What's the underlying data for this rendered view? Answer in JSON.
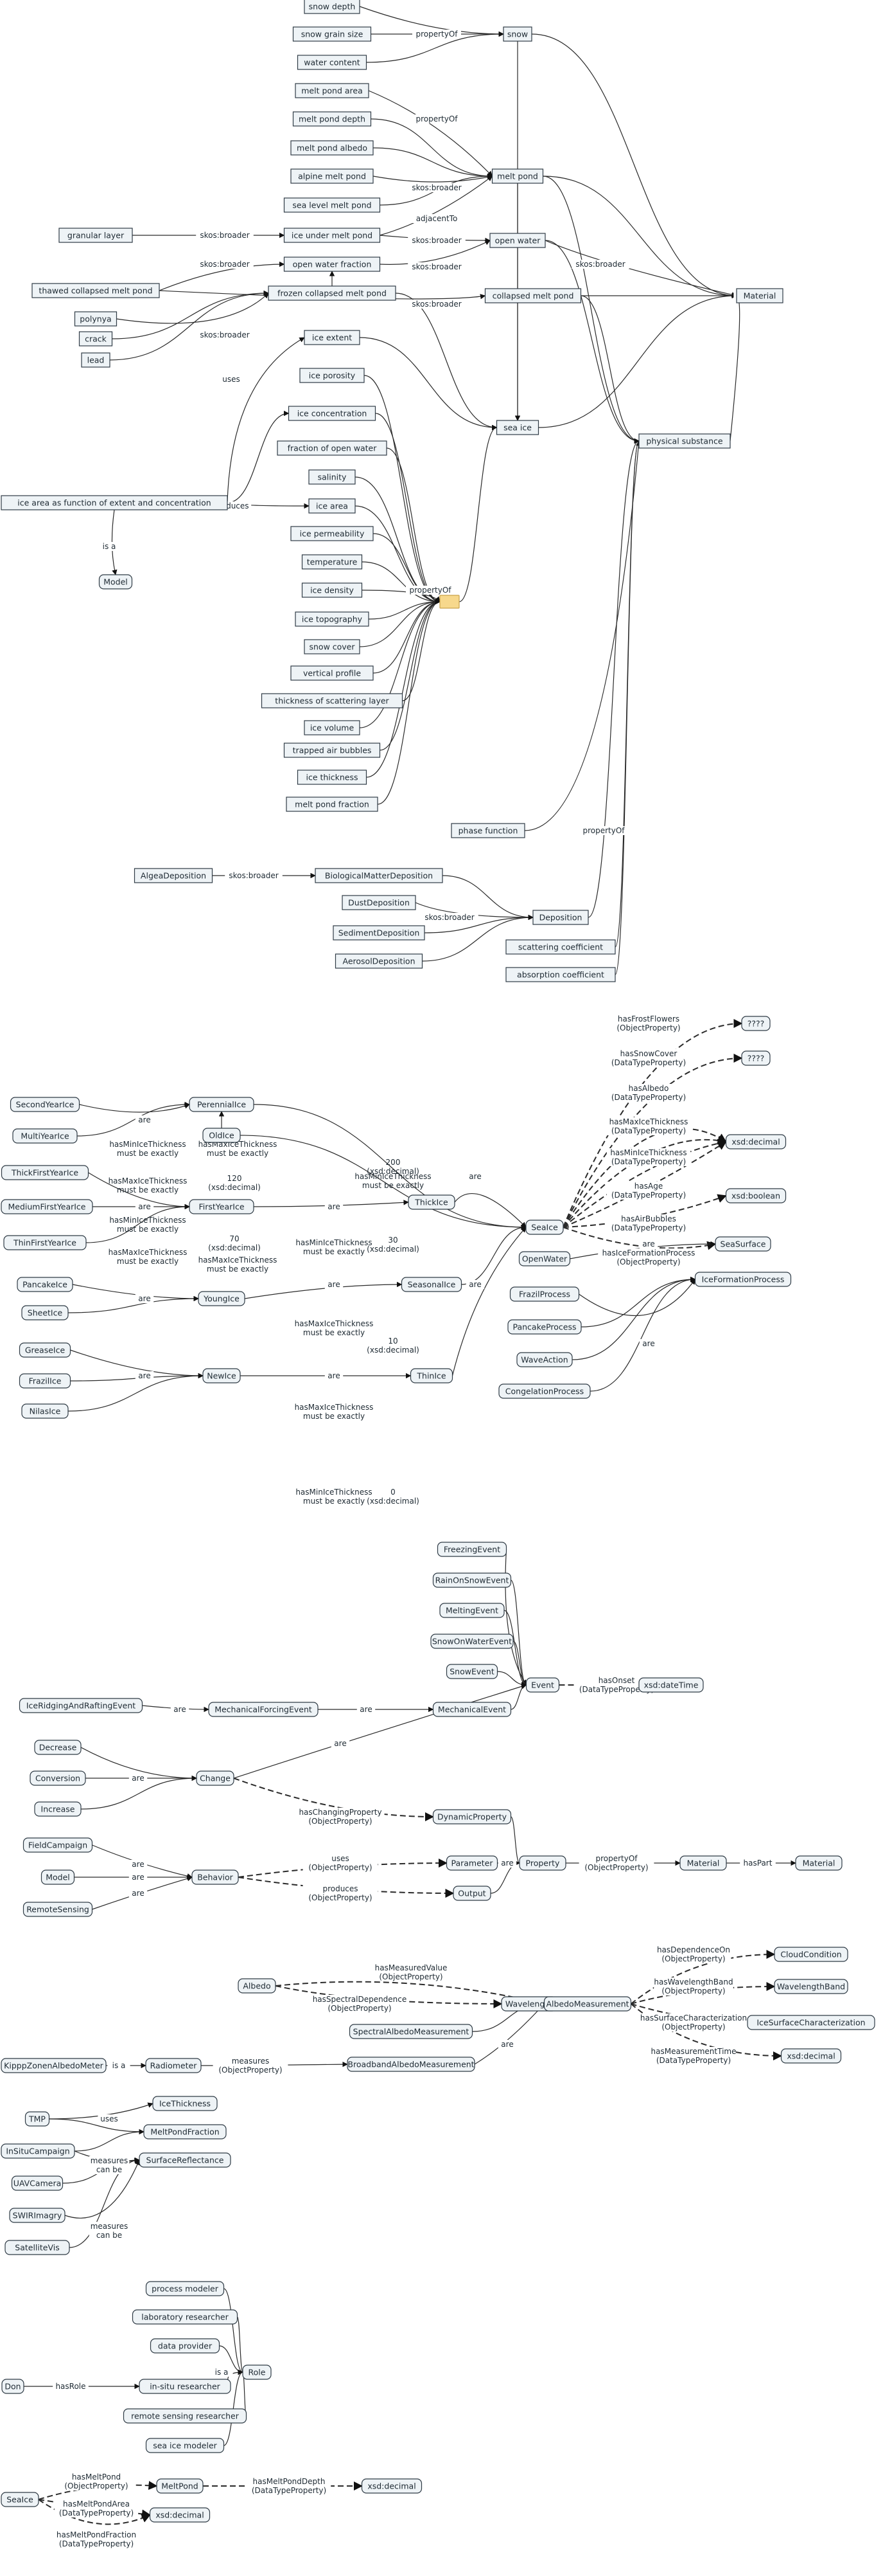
{
  "colors": {
    "node_fill": "#eef3f6",
    "node_stroke": "#2f3b45",
    "edge": "#2a2a2a",
    "highlight": "#f7d88c"
  },
  "nodes": {
    "snow_depth": "snow depth",
    "snow_grain_size": "snow grain size",
    "water_content": "water content",
    "snow": "snow",
    "melt_pond_area": "melt pond area",
    "melt_pond_depth": "melt pond depth",
    "melt_pond_albedo": "melt pond albedo",
    "alpine_melt_pond": "alpine melt pond",
    "sea_level_melt_pond": "sea level melt pond",
    "melt_pond": "melt pond",
    "granular_layer": "granular layer",
    "ice_under_melt_pond": "ice under melt pond",
    "open_water_fraction": "open water fraction",
    "open_water": "open water",
    "thawed_collapsed_melt_pond": "thawed collapsed melt pond",
    "frozen_collapsed_melt_pond": "frozen collapsed melt pond",
    "collapsed_melt_pond": "collapsed melt pond",
    "material": "Material",
    "polynya": "polynya",
    "crack": "crack",
    "lead": "lead",
    "ice_extent": "ice extent",
    "ice_porosity": "ice porosity",
    "ice_concentration": "ice concentration",
    "fraction_of_open_water": "fraction of open water",
    "salinity": "salinity",
    "ice_area": "ice area",
    "ice_permeability": "ice permeability",
    "temperature": "temperature",
    "ice_density": "ice density",
    "ice_topography": "ice topography",
    "snow_cover": "snow cover",
    "vertical_profile": "vertical profile",
    "thickness_of_scattering_layer": "thickness of scattering layer",
    "ice_volume": "ice volume",
    "trapped_air_bubbles": "trapped air bubbles",
    "ice_thickness": "ice thickness",
    "melt_pond_fraction": "melt pond fraction",
    "sea_ice": "sea ice",
    "physical_substance": "physical substance",
    "ice_area_function": "ice area as function of extent and concentration",
    "model1": "Model",
    "highlight": "",
    "phase_function": "phase function",
    "algea_deposition": "AlgeaDeposition",
    "bio_matter_deposition": "BiologicalMatterDeposition",
    "dust_deposition": "DustDeposition",
    "sediment_deposition": "SedimentDeposition",
    "aerosol_deposition": "AerosolDeposition",
    "deposition": "Deposition",
    "scattering_coefficient": "scattering coefficient",
    "absorption_coefficient": "absorption coefficient",
    "q1": "????",
    "q2": "????",
    "xsd_decimal1": "xsd:decimal",
    "xsd_boolean": "xsd:boolean",
    "sea_surface": "SeaSurface",
    "ice_formation_process": "IceFormationProcess",
    "second_year_ice": "SecondYearIce",
    "multi_year_ice": "MultiYearIce",
    "perennial_ice": "PerennialIce",
    "old_ice": "OldIce",
    "thick_first_year_ice": "ThickFirstYearIce",
    "medium_first_year_ice": "MediumFirstYearIce",
    "thin_first_year_ice": "ThinFirstYearIce",
    "first_year_ice": "FirstYearIce",
    "thick_ice": "ThickIce",
    "sea_ice_cls": "SeaIce",
    "open_water_cls": "OpenWater",
    "pancake_ice": "PancakeIce",
    "sheet_ice": "SheetIce",
    "young_ice": "YoungIce",
    "seasonal_ice": "SeasonalIce",
    "grease_ice": "GreaseIce",
    "frazil_ice": "FrazilIce",
    "nilas_ice": "NilasIce",
    "new_ice": "NewIce",
    "thin_ice": "ThinIce",
    "frazil_process": "FrazilProcess",
    "pancake_process": "PancakeProcess",
    "wave_action": "WaveAction",
    "congelation_process": "CongelationProcess",
    "freezing_event": "FreezingEvent",
    "rain_on_snow_event": "RainOnSnowEvent",
    "melting_event": "MeltingEvent",
    "snow_on_water_event": "SnowOnWaterEvent",
    "snow_event": "SnowEvent",
    "event": "Event",
    "xsd_datetime": "xsd:dateTime",
    "ice_ridging": "IceRidgingAndRaftingEvent",
    "mech_forcing_event": "MechanicalForcingEvent",
    "mech_event": "MechanicalEvent",
    "decrease": "Decrease",
    "conversion": "Conversion",
    "increase": "Increase",
    "change": "Change",
    "dynamic_property": "DynamicProperty",
    "field_campaign": "FieldCampaign",
    "model2": "Model",
    "remote_sensing": "RemoteSensing",
    "behavior": "Behavior",
    "parameter": "Parameter",
    "output": "Output",
    "property": "Property",
    "material2": "Material",
    "material3": "Material",
    "albedo": "Albedo",
    "wavelength": "Wavelength",
    "spectral_albedo_measurement": "SpectralAlbedoMeasurement",
    "broadband_albedo_measurement": "BroadbandAlbedoMeasurement",
    "albedo_measurement": "AlbedoMeasurement",
    "cloud_condition": "CloudCondition",
    "wavelength_band": "WavelengthBand",
    "ice_surface_characterization": "IceSurfaceCharacterization",
    "xsd_decimal2": "xsd:decimal",
    "kipp_zonen": "KipppZonenAlbedoMeter",
    "radiometer": "Radiometer",
    "tmp": "TMP",
    "ice_thickness2": "IceThickness",
    "melt_pond_fraction2": "MeltPondFraction",
    "in_situ_campaign": "InSituCampaign",
    "uav_camera": "UAVCamera",
    "surface_reflectance": "SurfaceReflectance",
    "swir_imagery": "SWIRImagry",
    "satellite_vis": "SatelliteVis",
    "process_modeler": "process modeler",
    "laboratory_researcher": "laboratory researcher",
    "data_provider": "data provider",
    "don": "Don",
    "in_situ_researcher": "in-situ researcher",
    "role": "Role",
    "remote_sensing_researcher": "remote sensing researcher",
    "sea_ice_modeler": "sea ice modeler",
    "sea_ice3": "SeaIce",
    "melt_pond2": "MeltPond",
    "xsd_decimal3": "xsd:decimal",
    "xsd_decimal4": "xsd:decimal"
  },
  "labels": {
    "propertyOf": "propertyOf",
    "skos_broader": "skos:broader",
    "adjacentTo": "adjacentTo",
    "is_a": "is a",
    "uses": "uses",
    "produces": "produces",
    "are": "are",
    "hasRole": "hasRole",
    "measures_can_be": "measures can be",
    "measures_op": "measures (ObjectProperty)",
    "hasFrostFlowers": "hasFrostFlowers (ObjectProperty)",
    "hasSnowCover": "hasSnowCover (DataTypeProperty)",
    "hasAlbedo": "hasAlbedo (DataTypeProperty)",
    "hasMaxIceThickness_dt": "hasMaxIceThickness (DataTypeProperty)",
    "hasMinIceThickness_dt": "hasMinIceThickness (DataTypeProperty)",
    "hasAge": "hasAge (DataTypeProperty)",
    "hasAirBubbles": "hasAirBubbles (DataTypeProperty)",
    "hasIceFormationProcess": "hasIceFormationProcess (ObjectProperty)",
    "hasMin": "hasMinIceThickness must be exactly",
    "hasMax": "hasMaxIceThickness must be exactly",
    "val_200": "200 (xsd:decimal)",
    "val_120": "120 (xsd:decimal)",
    "val_70": "70 (xsd:decimal)",
    "val_30": "30 (xsd:decimal)",
    "val_10": "10 (xsd:decimal)",
    "val_0": "0 (xsd:decimal)",
    "hasOnset": "hasOnset (DataTypeProperty)",
    "hasChangingProperty": "hasChangingProperty (ObjectProperty)",
    "uses_op": "uses (ObjectProperty)",
    "produces_op": "produces (ObjectProperty)",
    "propertyOf_op": "propertyOf (ObjectProperty)",
    "hasPart": "hasPart",
    "hasMeasuredValue": "hasMeasuredValue (ObjectProperty)",
    "hasSpectralDependence": "hasSpectralDependence (ObjectProperty)",
    "hasDependenceOn": "hasDependenceOn (ObjectProperty)",
    "hasWavelengthBand": "hasWavelengthBand (ObjectProperty)",
    "hasSurfaceCharacterization": "hasSurfaceCharacterization (ObjectProperty)",
    "hasMeasurementTime": "hasMeasurementTime (DataTypeProperty)",
    "hasMeltPond": "hasMeltPond (ObjectProperty)",
    "hasMeltPondArea": "hasMeltPondArea (DataTypeProperty)",
    "hasMeltPondFraction": "hasMeltPondFraction (DataTypeProperty)",
    "hasMeltPondDepth": "hasMeltPondDepth (DataTypeProperty)"
  }
}
